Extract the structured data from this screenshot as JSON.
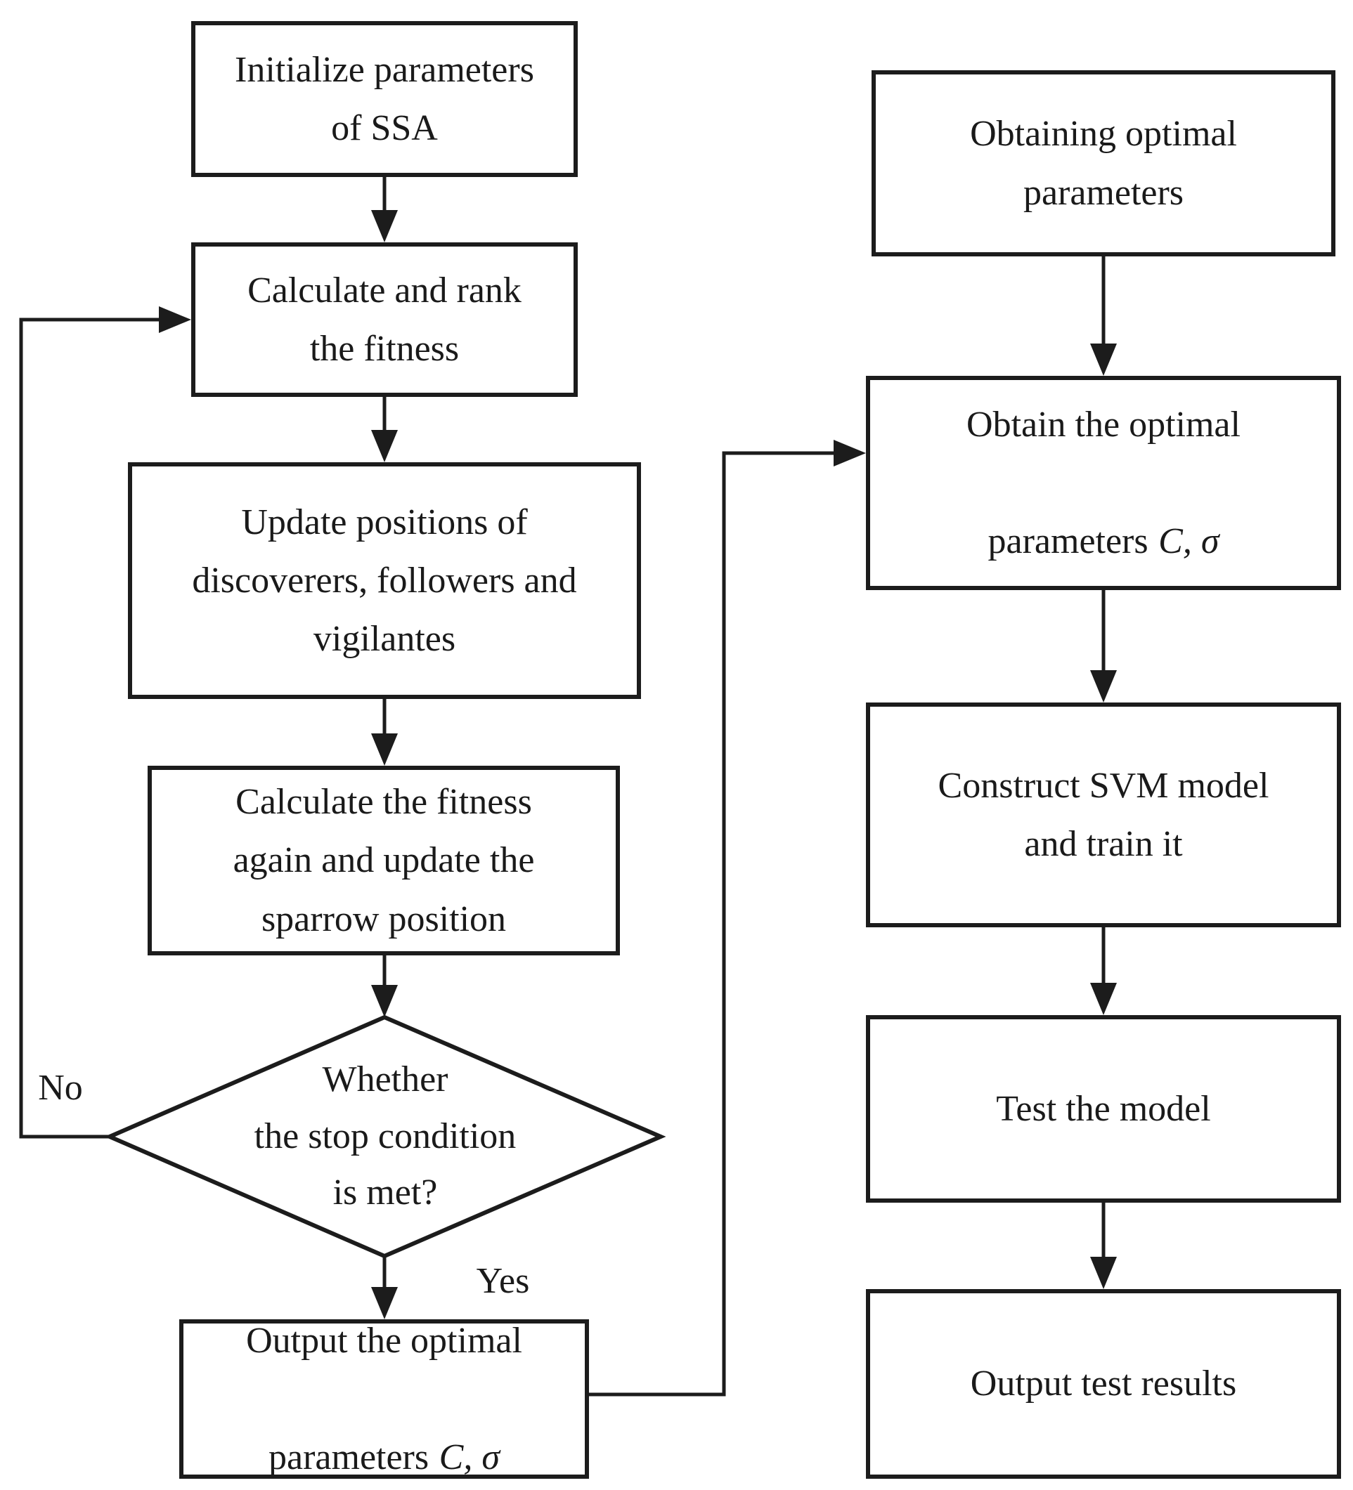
{
  "page": {
    "background": "#ffffff",
    "stroke_color": "#1c1c1c",
    "text_color": "#1a1a1a"
  },
  "nodes": {
    "init_ssa": {
      "label": "Initialize parameters\nof SSA"
    },
    "calc_rank": {
      "label": "Calculate and rank\nthe fitness"
    },
    "update_positions": {
      "label": "Update positions of\ndiscoverers, followers and\nvigilantes"
    },
    "calc_again": {
      "label": "Calculate the fitness\nagain and update the\nsparrow position"
    },
    "stop_condition": {
      "label": "Whether\nthe stop condition\nis met?"
    },
    "output_params": {
      "line1": "Output the optimal",
      "line2_prefix": "parameters",
      "line2_italic": "C, σ"
    },
    "obtaining_params": {
      "label": "Obtaining optimal\nparameters"
    },
    "obtain_params": {
      "line1": "Obtain the optimal",
      "line2_prefix": "parameters",
      "line2_italic": "C, σ"
    },
    "construct_svm": {
      "label": "Construct SVM model\nand train it"
    },
    "test_model": {
      "label": "Test the model"
    },
    "output_results": {
      "label": "Output test results"
    }
  },
  "edge_labels": {
    "no": "No",
    "yes": "Yes"
  }
}
